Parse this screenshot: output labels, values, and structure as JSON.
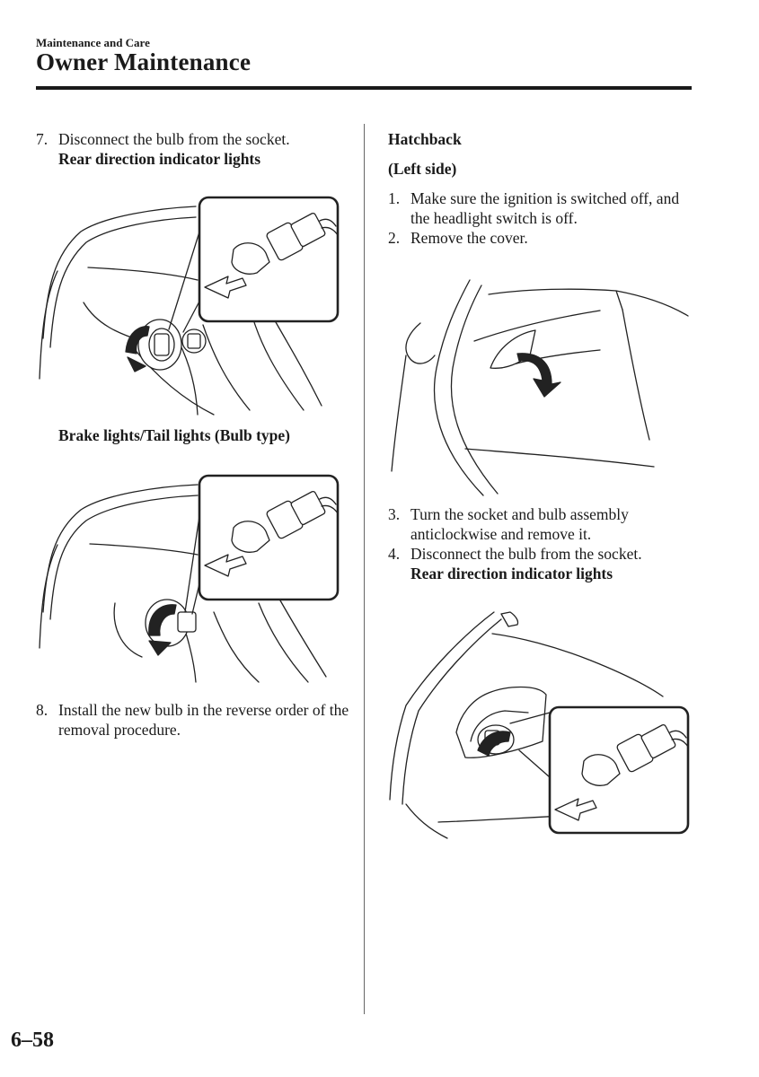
{
  "header": {
    "section": "Maintenance and Care",
    "title": "Owner Maintenance"
  },
  "left": {
    "step7": {
      "num": "7.",
      "text": "Disconnect the bulb from the socket."
    },
    "fig1_caption": "Rear direction indicator lights",
    "fig2_caption": "Brake lights/Tail lights (Bulb type)",
    "step8": {
      "num": "8.",
      "text": "Install the new bulb in the reverse order of the removal procedure."
    }
  },
  "right": {
    "heading": "Hatchback",
    "subheading": "(Left side)",
    "step1": {
      "num": "1.",
      "text": "Make sure the ignition is switched off, and the headlight switch is off."
    },
    "step2": {
      "num": "2.",
      "text": "Remove the cover."
    },
    "step3": {
      "num": "3.",
      "text": "Turn the socket and bulb assembly anticlockwise and remove it."
    },
    "step4": {
      "num": "4.",
      "text": "Disconnect the bulb from the socket."
    },
    "fig4_caption": "Rear direction indicator lights"
  },
  "footer": {
    "page_number": "6–58"
  }
}
